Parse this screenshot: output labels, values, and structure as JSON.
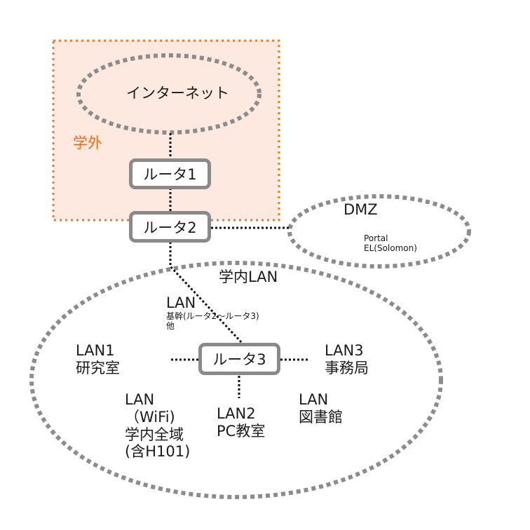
{
  "colors": {
    "outside_fill": "#fde9e0",
    "outside_border": "#f07a1e",
    "outside_label": "#f06a10",
    "dashed_gray": "#8c8c8c",
    "wire": "#111111"
  },
  "outside_label": "学外",
  "internet_label": "インターネット",
  "routers": {
    "r1": "ルータ1",
    "r2": "ルータ2",
    "r3": "ルータ3"
  },
  "dmz": {
    "title": "DMZ",
    "items": "Portal\nEL(Solomon)"
  },
  "campus_lan": {
    "title": "学内LAN",
    "backbone_title": "LAN",
    "backbone_detail": "基幹(ルータ2〜ルータ3)\n他",
    "lan1": "LAN1\n研究室",
    "lan3": "LAN3\n事務局",
    "wifi": "LAN\n（WiFi)\n学内全域\n(含H101)",
    "lan2": "LAN2\nPC教室",
    "library": "LAN\n図書館"
  }
}
